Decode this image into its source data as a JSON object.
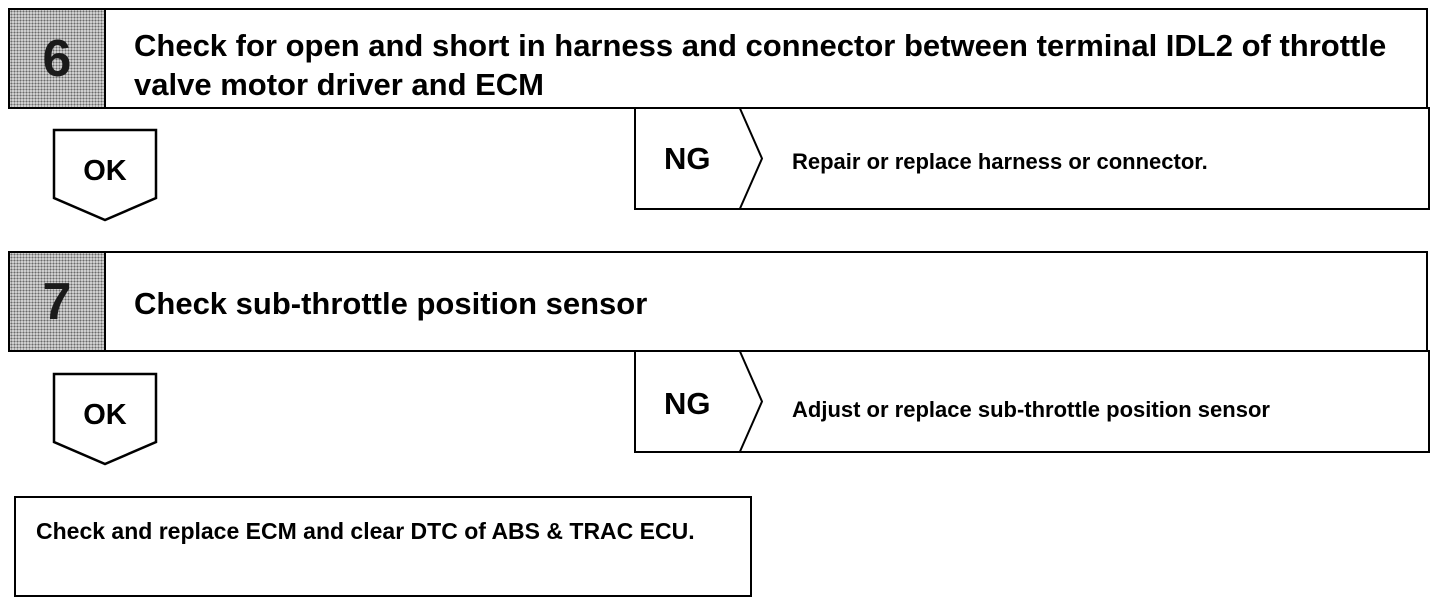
{
  "steps": [
    {
      "number": "6",
      "title": "Check for open and short in harness and connector between terminal IDL2 of throttle valve motor driver and ECM",
      "ok_label": "OK",
      "ng_label": "NG",
      "ng_action": "Repair or replace harness or connector."
    },
    {
      "number": "7",
      "title": "Check sub-throttle position sensor",
      "ok_label": "OK",
      "ng_label": "NG",
      "ng_action": "Adjust or replace sub-throttle position sensor"
    }
  ],
  "final_action": "Check and replace ECM and clear DTC of ABS & TRAC ECU.",
  "colors": {
    "step_number_fill": "#b4b4b4",
    "border": "#000000"
  }
}
